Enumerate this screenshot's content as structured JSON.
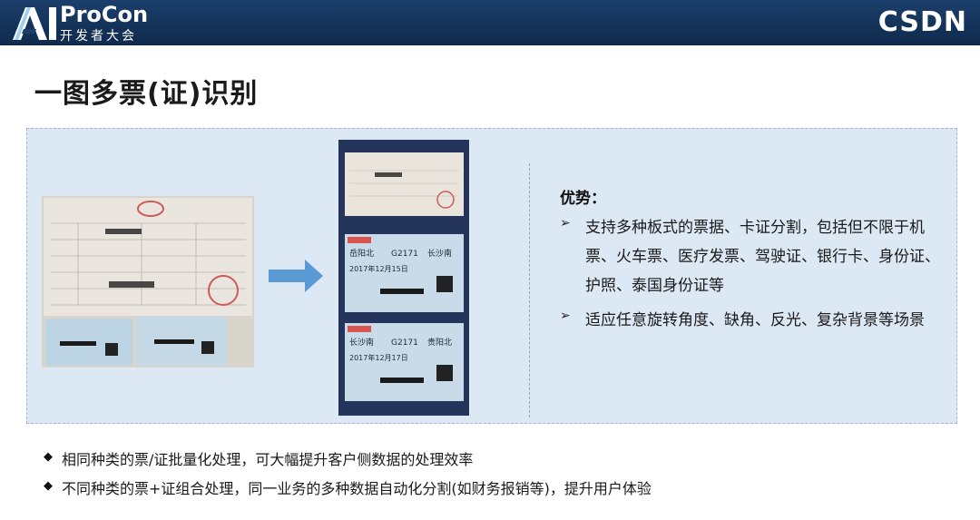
{
  "header": {
    "logo_main": "ProCon",
    "logo_sub": "开发者大会",
    "brand_right": "CSDN"
  },
  "title": "一图多票(证)识别",
  "advantages": {
    "title": "优势：",
    "items": [
      "支持多种板式的票据、卡证分割，包括但不限于机票、火车票、医疗发票、驾驶证、银行卡、身份证、护照、泰国身份证等",
      "适应任意旋转角度、缺角、反光、复杂背景等场景"
    ]
  },
  "ticket_photo": {
    "ticket1": {
      "from": "岳阳北",
      "train": "G2171",
      "to": "长沙南",
      "date": "2017年12月15日"
    },
    "ticket2": {
      "from": "长沙南",
      "train": "G2171",
      "to": "贵阳北",
      "date": "2017年12月17日"
    }
  },
  "bottom_bullets": [
    "相同种类的票/证批量化处理，可大幅提升客户侧数据的处理效率",
    "不同种类的票+证组合处理，同一业务的多种数据自动化分割(如财务报销等)，提升用户体验"
  ]
}
